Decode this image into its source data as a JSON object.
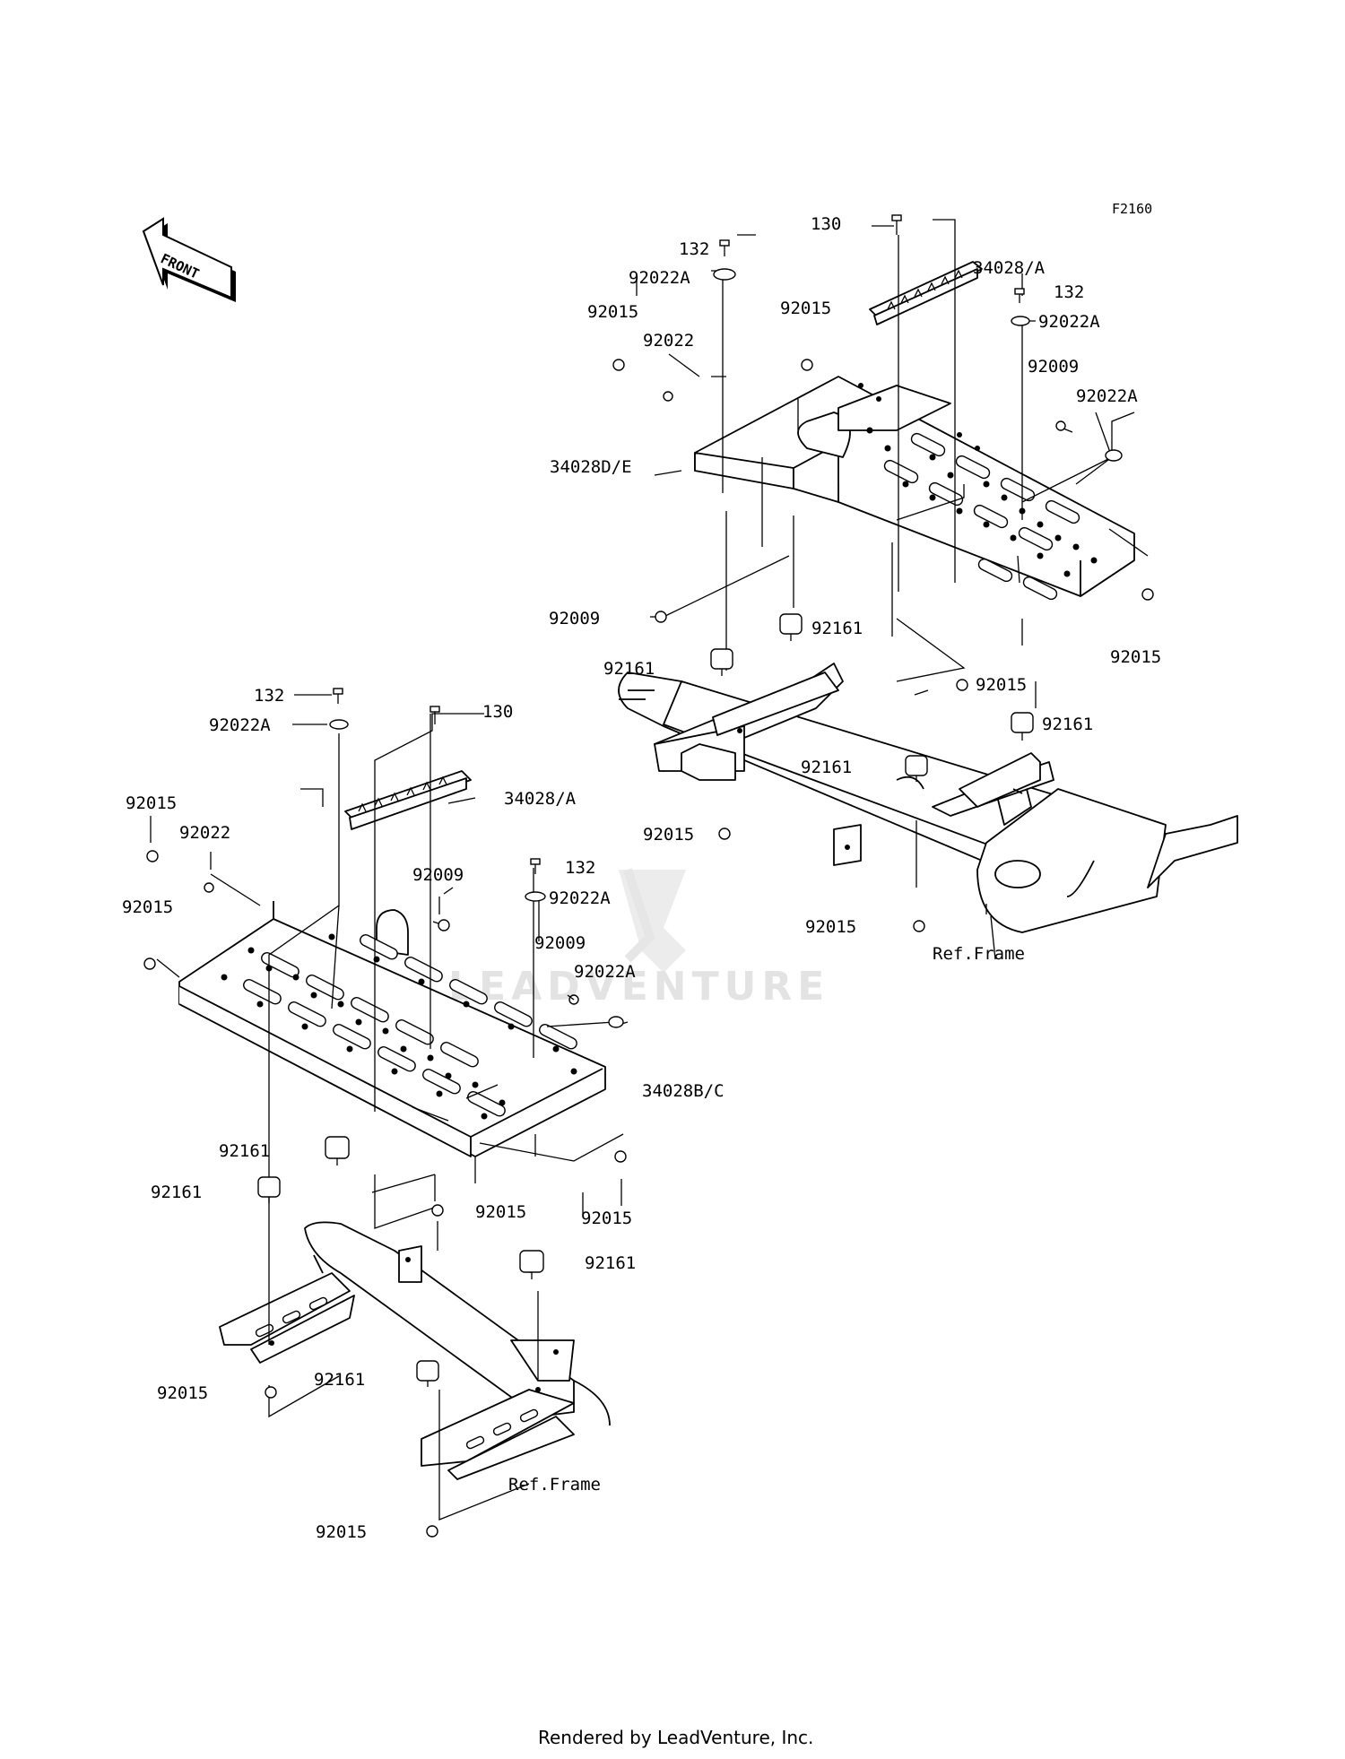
{
  "diagram": {
    "code": "F2160",
    "front_label": "FRONT",
    "watermark": "LEADVENTURE",
    "footer": "Rendered by LeadVenture, Inc.",
    "labels": {
      "u_132_a": "132",
      "u_92022A_a": "92022A",
      "u_92015_a": "92015",
      "u_92022": "92022",
      "u_130": "130",
      "u_34028A": "34028/A",
      "u_92015_b": "92015",
      "u_132_b": "132",
      "u_92022A_b": "92022A",
      "u_92009_a": "92009",
      "u_92022A_c": "92022A",
      "u_34028DE": "34028D/E",
      "u_92009_b": "92009",
      "u_92161_a": "92161",
      "u_92015_c": "92015",
      "u_92161_b": "92161",
      "u_92015_d": "92015",
      "u_92161_c": "92161",
      "u_92161_d": "92161",
      "u_92015_e": "92015",
      "u_92015_f": "92015",
      "u_ref_frame_a": "Ref.Frame",
      "l_132_a": "132",
      "l_92022A_a": "92022A",
      "l_130": "130",
      "l_34028A": "34028/A",
      "l_92015_a": "92015",
      "l_92022": "92022",
      "l_92015_b": "92015",
      "l_92009_a": "92009",
      "l_132_b": "132",
      "l_92022A_b": "92022A",
      "l_92009_b": "92009",
      "l_92022A_c": "92022A",
      "l_34028BC": "34028B/C",
      "l_92161_a": "92161",
      "l_92161_b": "92161",
      "l_92015_c": "92015",
      "l_92015_d": "92015",
      "l_92161_c": "92161",
      "l_92015_e": "92015",
      "l_92161_d": "92161",
      "l_ref_frame": "Ref.Frame",
      "l_92015_f": "92015"
    }
  }
}
